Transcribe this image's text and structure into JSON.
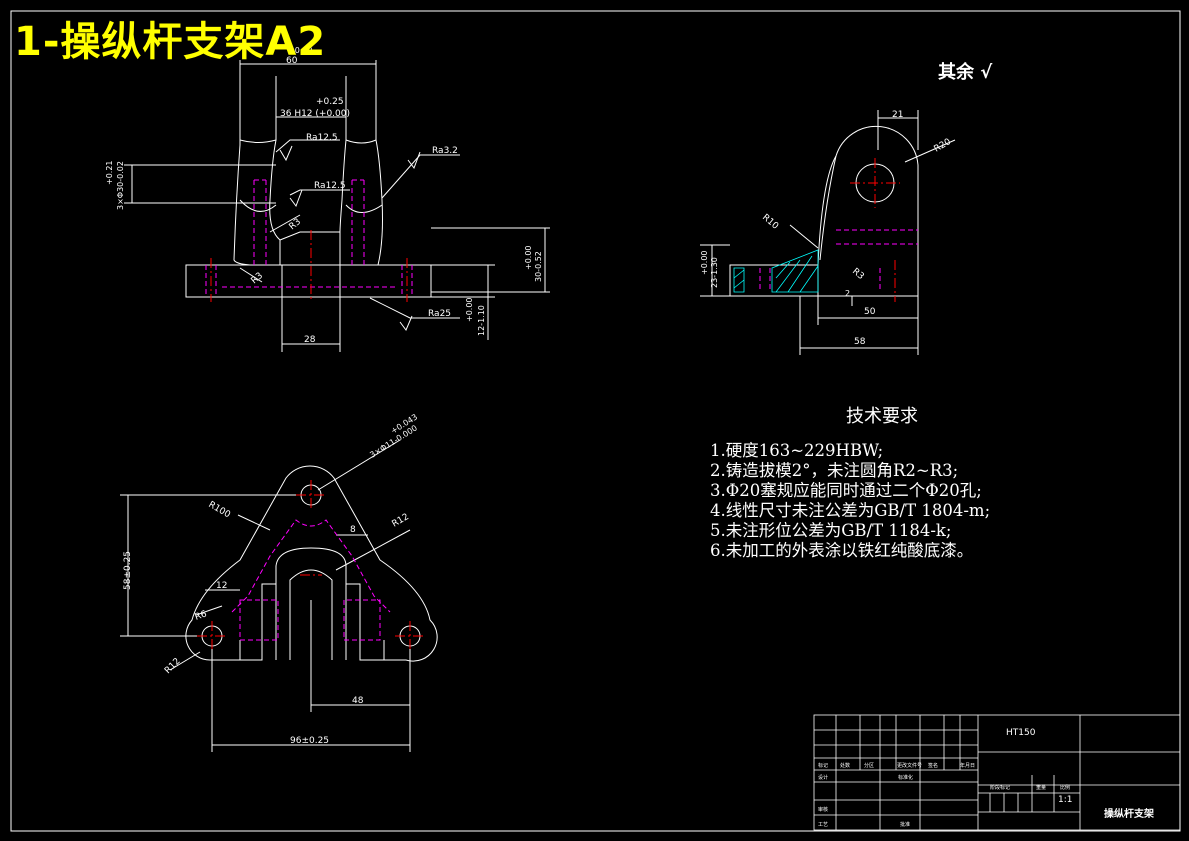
{
  "title": "1-操纵杆支架A2",
  "surface_note": {
    "label": "其余",
    "symbol": "√"
  },
  "front_view": {
    "dims": {
      "top_width": "60",
      "top_tol": "+0.00",
      "slot_width": "36 H12 (+0.00)",
      "slot_tol": "+0.25",
      "hole_height": "3×Φ30-0.02",
      "hole_tol": "+0.21",
      "base_height": "30-0.52",
      "base_tol": "+0.00",
      "base_thk": "12-1.10",
      "base_thk_tol": "+0.00",
      "slot_bottom": "28"
    },
    "roughness": [
      "Ra12.5",
      "Ra12.5",
      "Ra3.2",
      "Ra25"
    ],
    "radii": [
      "R3",
      "R3"
    ]
  },
  "side_view": {
    "dims": {
      "top": "21",
      "radius": "R20",
      "fillet": "R10",
      "fillet2": "R3",
      "height": "23-1.30",
      "height_tol": "+0.00",
      "gap": "2",
      "w1": "50",
      "w2": "58"
    }
  },
  "top_view": {
    "dims": {
      "hole": "3×Φ11-0.000",
      "hole_tol": "+0.043",
      "r_big": "R100",
      "r12a": "R12",
      "r12b": "R12",
      "r6": "R6",
      "d12": "12",
      "d8": "8",
      "height": "58±0.25",
      "w48": "48",
      "w96": "96±0.25"
    }
  },
  "tech_req": {
    "title": "技术要求",
    "items": [
      "1.硬度163~229HBW;",
      "2.铸造拔模2°，未注圆角R2~R3;",
      "3.Φ20塞规应能同时通过二个Φ20孔;",
      "4.线性尺寸未注公差为GB/T 1804-m;",
      "5.未注形位公差为GB/T 1184-k;",
      "6.未加工的外表涂以铁红纯酸底漆。"
    ]
  },
  "title_block": {
    "material": "HT150",
    "part_name": "操纵杆支架",
    "scale": "1:1",
    "small_headers": [
      "标记",
      "处数",
      "分区",
      "更改文件号",
      "签名",
      "年月日",
      "设计",
      "标准化",
      "阶段标记",
      "重量",
      "比例",
      "审核",
      "工艺",
      "批准"
    ]
  },
  "colors": {
    "line": "#ffffff",
    "hidden": "#ff00ff",
    "center": "#ff0000",
    "title": "#ffff00",
    "hatch": "#00ffff"
  }
}
